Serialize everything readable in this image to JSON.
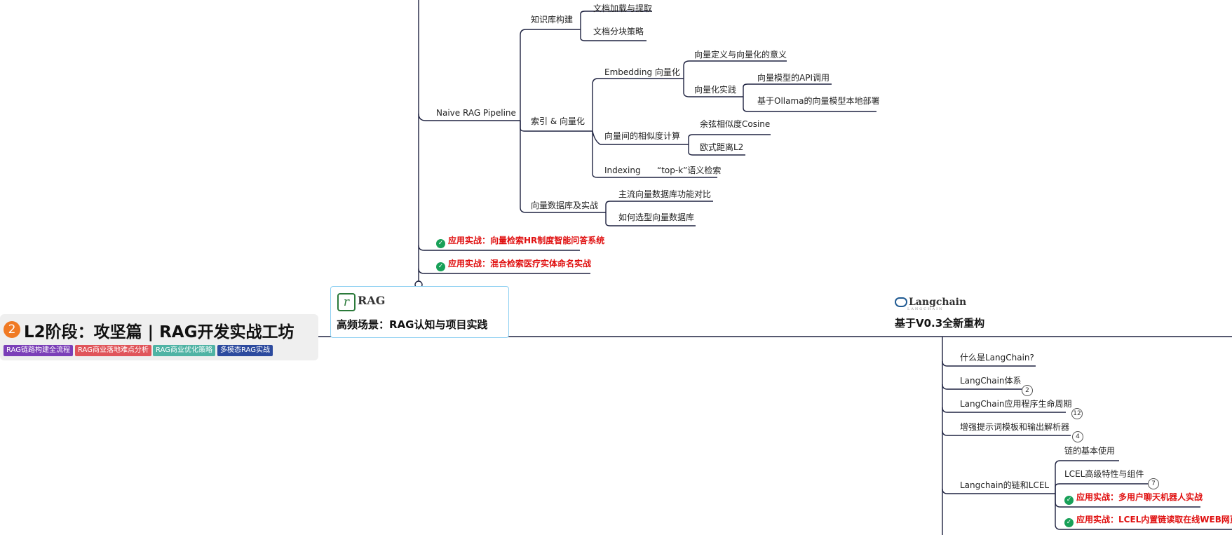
{
  "root": {
    "number": "2",
    "title": "L2阶段：攻坚篇 | RAG开发实战工坊",
    "tags": [
      {
        "label": "RAG链路构建全流程",
        "color": "#7b3fb8"
      },
      {
        "label": "RAG商业落地难点分析",
        "color": "#e0555a"
      },
      {
        "label": "RAG商业优化策略",
        "color": "#4fb3a4"
      },
      {
        "label": "多模态RAG实战",
        "color": "#2c4a9e"
      }
    ]
  },
  "rag": {
    "logo_text": "RAG",
    "logo_letter": "r",
    "title": "高频场景：RAG认知与项目实践",
    "children": {
      "pipeline": "Naive RAG Pipeline",
      "kb_build": "知识库构建",
      "doc_load": "文档加载与提取",
      "doc_chunk": "文档分块策略",
      "index_vec": "索引 & 向量化",
      "embedding": "Embedding 向量化",
      "vec_def": "向量定义与向量化的意义",
      "vec_practice": "向量化实践",
      "vec_api": "向量模型的API调用",
      "vec_ollama": "基于Ollama的向量模型本地部署",
      "similarity": "向量间的相似度计算",
      "cosine": "余弦相似度Cosine",
      "euclid": "欧式距离L2",
      "indexing": "Indexing",
      "topk": "“top-k”语义检索",
      "vdb": "向量数据库及实战",
      "vdb_compare": "主流向量数据库功能对比",
      "vdb_select": "如何选型向量数据库",
      "app1": "应用实战：向量检索HR制度智能问答系统",
      "app2": "应用实战：混合检索医疗实体命名实战"
    }
  },
  "langchain": {
    "logo_text": "Langchain",
    "logo_sub": "LANGCHAIN",
    "title": "基于V0.3全新重构",
    "children": {
      "what": "什么是LangChain?",
      "system": "LangChain体系",
      "system_count": "2",
      "lifecycle": "LangChain应用程序生命周期",
      "lifecycle_count": "12",
      "prompt": "增强提示词模板和输出解析器",
      "prompt_count": "4",
      "lcel": "Langchain的链和LCEL",
      "chain_basic": "链的基本使用",
      "lcel_adv": "LCEL高级特性与组件",
      "lcel_adv_count": "7",
      "app_chat": "应用实战：多用户聊天机器人实战",
      "app_web": "应用实战：LCEL内置链读取在线WEB网页"
    }
  }
}
